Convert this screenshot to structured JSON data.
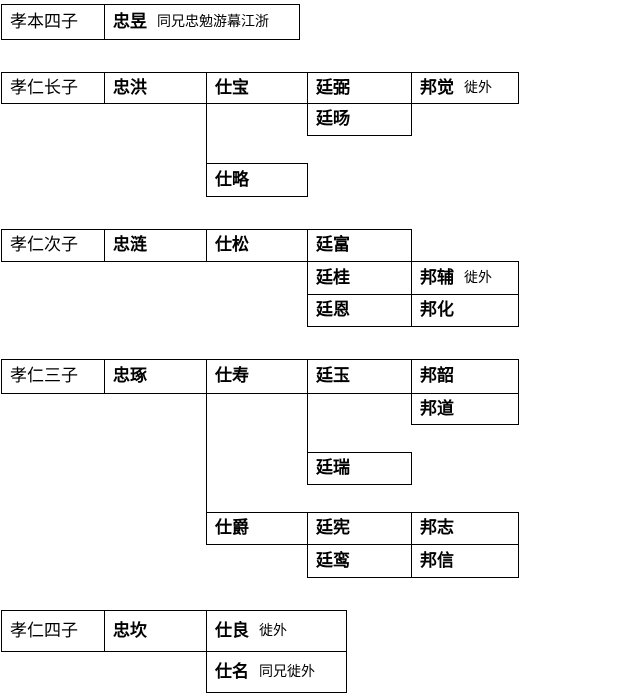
{
  "block1": {
    "label": "孝本四子",
    "son": {
      "name": "忠昱",
      "note": "同兄忠勉游幕江浙"
    }
  },
  "block2": {
    "label": "孝仁长子",
    "son": "忠洪",
    "gen3": [
      "仕宝",
      "仕略"
    ],
    "gen4": [
      "廷弼",
      "廷旸"
    ],
    "gen5": {
      "name": "邦觉",
      "note": "徙外"
    }
  },
  "block3": {
    "label": "孝仁次子",
    "son": "忠涟",
    "gen3": "仕松",
    "gen4": [
      "廷富",
      "廷桂",
      "廷恩"
    ],
    "gen5": [
      {
        "name": "邦辅",
        "note": "徙外"
      },
      {
        "name": "邦化",
        "note": ""
      }
    ]
  },
  "block4": {
    "label": "孝仁三子",
    "son": "忠琢",
    "gen3": [
      "仕寿",
      "仕爵"
    ],
    "gen4": [
      "廷玉",
      "廷瑞",
      "廷宪",
      "廷鸾"
    ],
    "gen5": [
      "邦韶",
      "邦道",
      "邦志",
      "邦信"
    ]
  },
  "block5": {
    "label": "孝仁四子",
    "son": "忠坎",
    "gen3": [
      {
        "name": "仕良",
        "note": "徙外"
      },
      {
        "name": "仕名",
        "note": "同兄徙外"
      }
    ]
  }
}
